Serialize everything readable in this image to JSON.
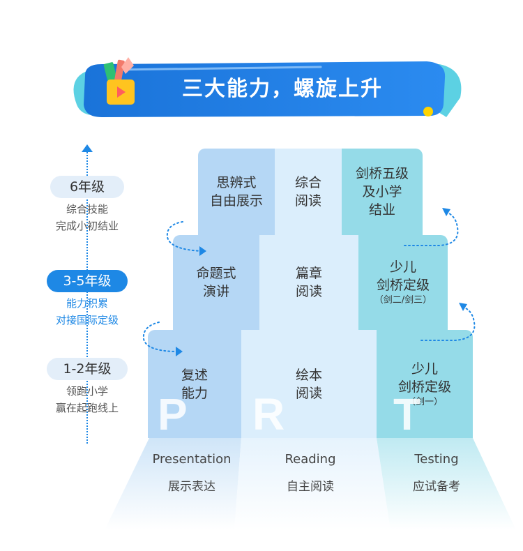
{
  "banner": {
    "title": "三大能力，螺旋上升"
  },
  "axis": {
    "levels": [
      {
        "grade": "6年级",
        "desc1": "综合技能",
        "desc2": "完成小初结业"
      },
      {
        "grade": "3-5年级",
        "desc1": "能力积累",
        "desc2": "对接国际定级"
      },
      {
        "grade": "1-2年级",
        "desc1": "领跑小学",
        "desc2": "赢在起跑线上"
      }
    ]
  },
  "pyramid": {
    "top": {
      "left": [
        "思辨式",
        "自由展示"
      ],
      "middle": [
        "综合",
        "阅读"
      ],
      "right": [
        "剑桥五级",
        "及小学",
        "结业"
      ]
    },
    "mid": {
      "left": [
        "命题式",
        "演讲"
      ],
      "middle": [
        "篇章",
        "阅读"
      ],
      "right": [
        "少儿",
        "剑桥定级"
      ],
      "right_note": "（剑二/剑三）"
    },
    "bottom": {
      "left": [
        "复述",
        "能力"
      ],
      "middle": [
        "绘本",
        "阅读"
      ],
      "right": [
        "少儿",
        "剑桥定级"
      ],
      "right_note": "（剑一）",
      "letters": [
        "P",
        "R",
        "T"
      ]
    }
  },
  "footer": {
    "columns": [
      {
        "en": "Presentation",
        "zh": "展示表达"
      },
      {
        "en": "Reading",
        "zh": "自主阅读"
      },
      {
        "en": "Testing",
        "zh": "应试备考"
      }
    ]
  },
  "colors": {
    "primary_blue": "#1e88e5",
    "left_tile": "#b5d7f5",
    "middle_tile": "#dbeefc",
    "right_tile": "#95dbe8"
  }
}
